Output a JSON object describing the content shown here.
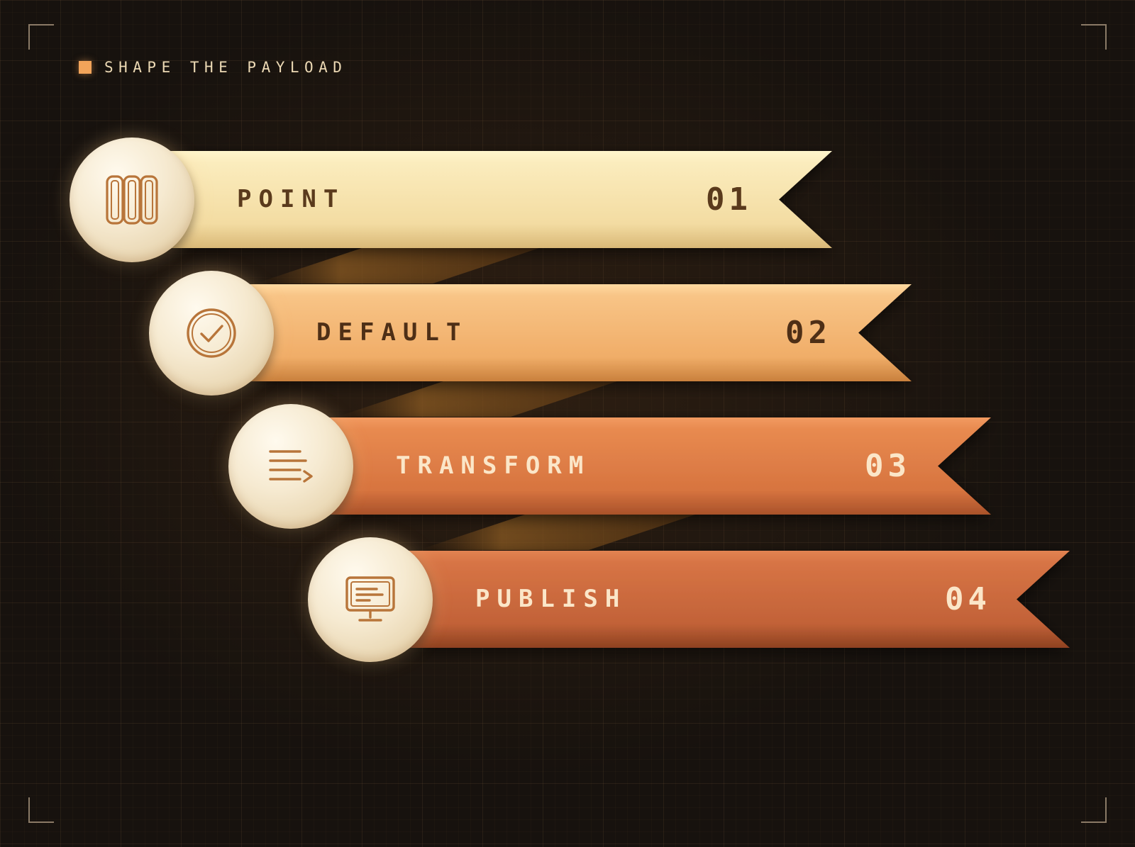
{
  "header": {
    "title": "SHAPE THE PAYLOAD",
    "accent_color": "#f2a45a"
  },
  "steps": [
    {
      "label": "POINT",
      "number": "01",
      "icon": "columns-icon",
      "color": "#f7e3ac"
    },
    {
      "label": "DEFAULT",
      "number": "02",
      "icon": "check-circle-icon",
      "color": "#f5b470"
    },
    {
      "label": "TRANSFORM",
      "number": "03",
      "icon": "lines-arrow-icon",
      "color": "#dd7b45"
    },
    {
      "label": "PUBLISH",
      "number": "04",
      "icon": "monitor-icon",
      "color": "#c9683b"
    }
  ]
}
